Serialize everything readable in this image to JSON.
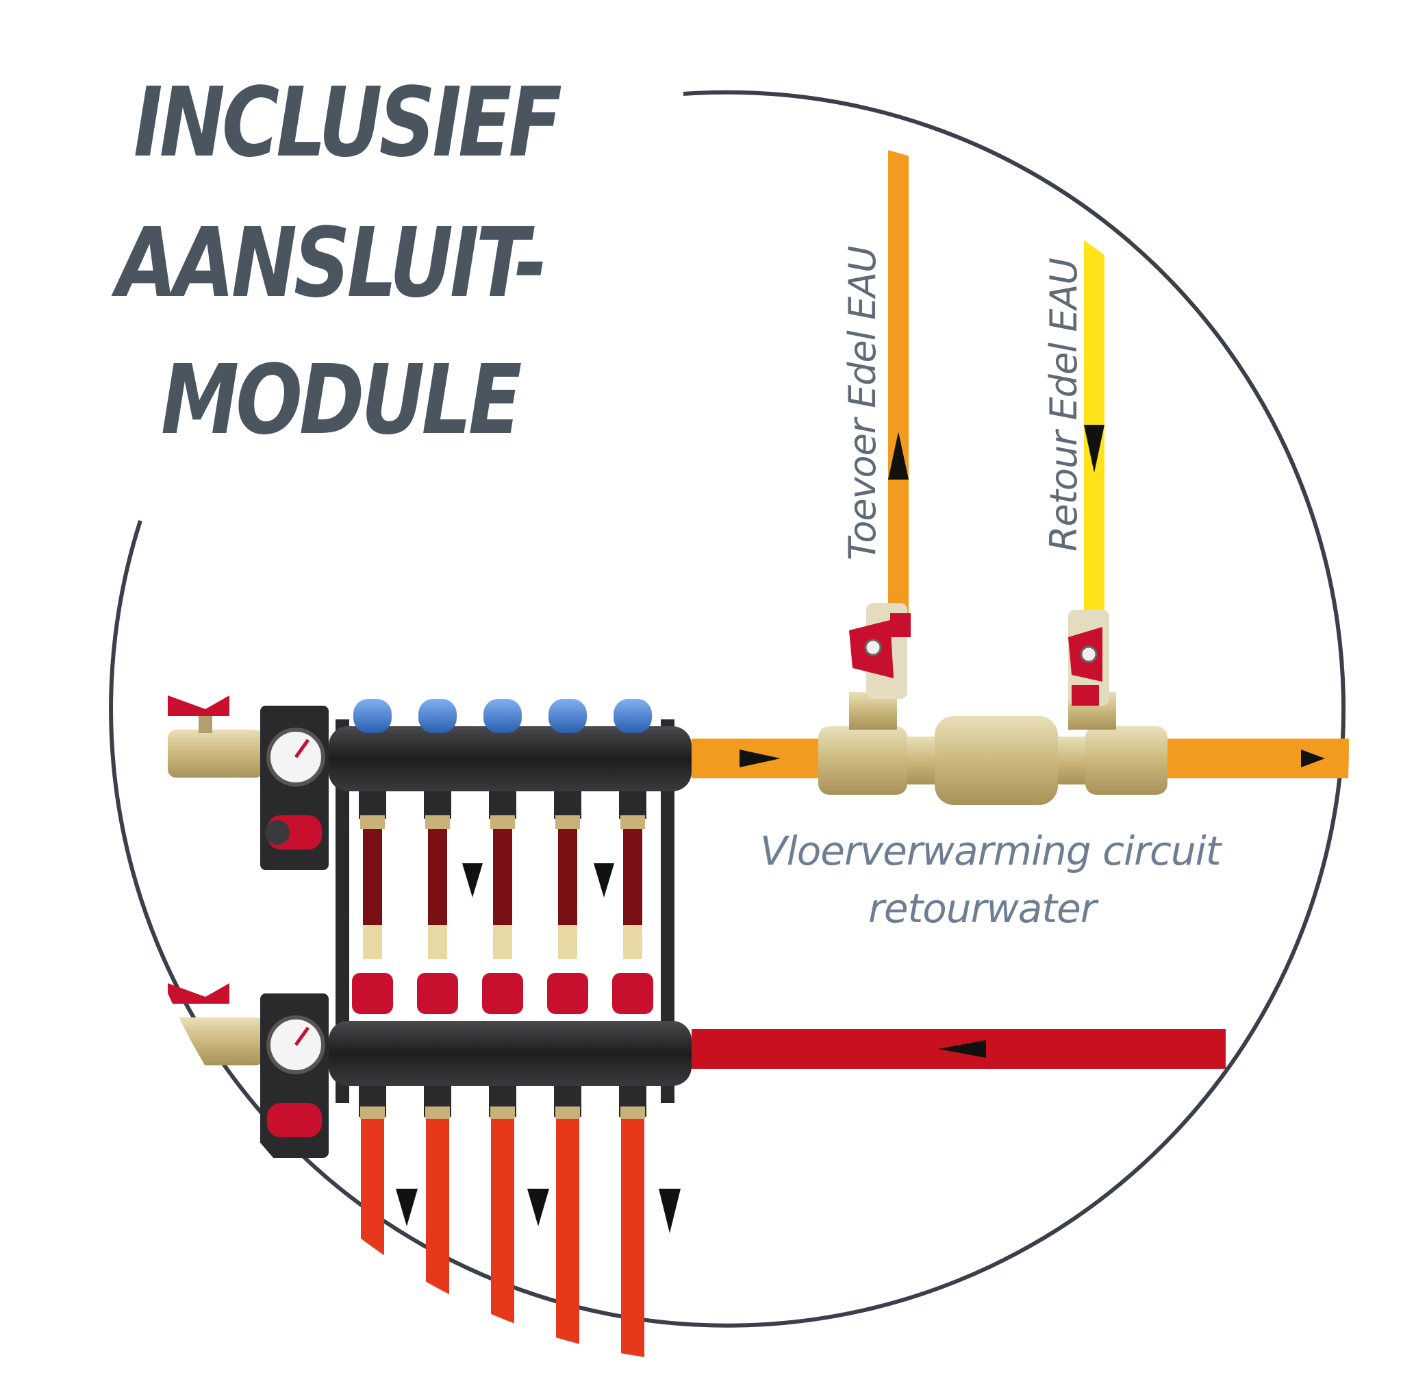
{
  "title": {
    "line1": "INCLUSIEF",
    "line2": "AANSLUIT-",
    "line3": "MODULE"
  },
  "labels": {
    "supply_pipe": "Toevoer Edel EAU",
    "return_pipe": "Retour Edel EAU",
    "caption_line1": "Vloerverwarming circuit",
    "caption_line2": "retourwater"
  },
  "colors": {
    "title_text": "#4a5560",
    "label_text": "#5f6a76",
    "caption_text": "#6d7d92",
    "circle_outline": "#3a3f4a",
    "supply_pipe": "#f39b1f",
    "return_pipe": "#ffe21a",
    "red_return_pipe": "#c8101f",
    "circuit_pipes": "#e8381c",
    "manifold_body": "#2a2a2c",
    "valve_caps_blue": "#4a86d8",
    "brass": "#d6c89a",
    "valve_handle_red": "#c8102e"
  },
  "icons": {
    "flow_arrow": "triangle-arrow-icon",
    "ball_valve": "ball-valve-icon",
    "pressure_gauge": "gauge-icon"
  }
}
